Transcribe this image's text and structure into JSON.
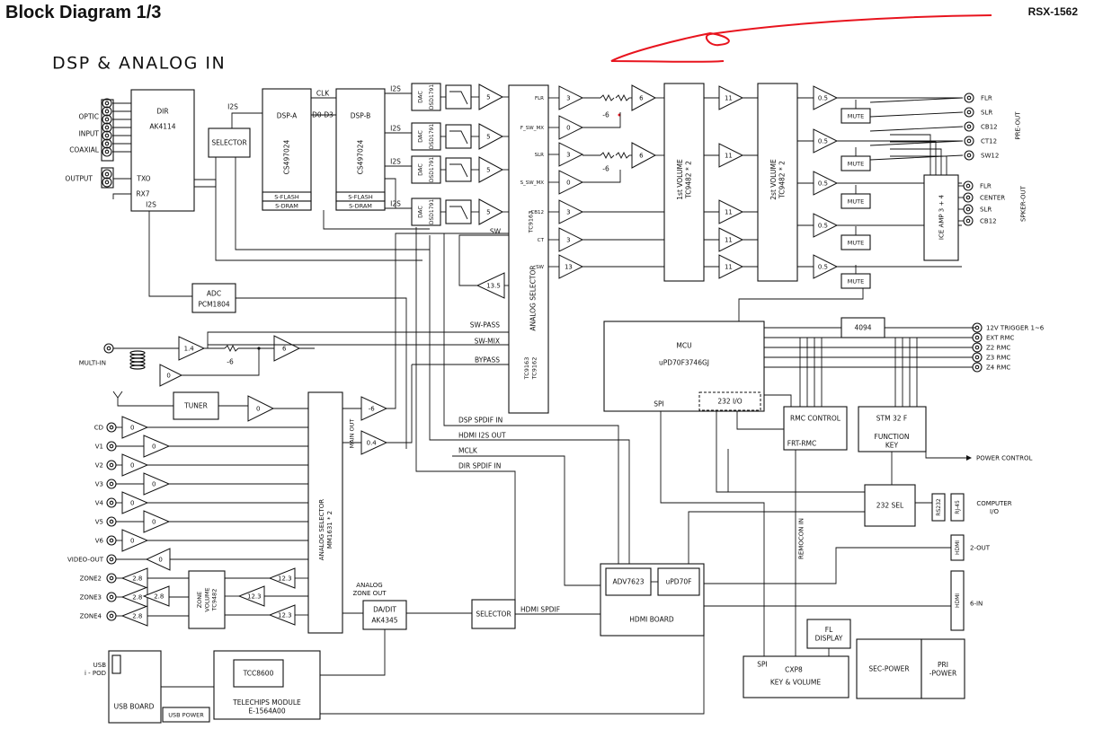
{
  "header": {
    "title": "Block Diagram 1/3",
    "model": "RSX-1562"
  },
  "section_title": "DSP & ANALOG IN",
  "annotation_color": "#e8141e",
  "line_color": "#111111",
  "left_io": {
    "optic": "OPTIC",
    "input": "INPUT",
    "coaxial": "COAXIAL",
    "output": "OUTPUT",
    "multi_in": "MULTI-IN"
  },
  "blocks": {
    "dir": {
      "title": "DIR",
      "chip": "AK4114",
      "txo": "TXO",
      "rx7": "RX7",
      "i2s": "I2S"
    },
    "selector1": "SELECTOR",
    "dsp_a": {
      "title": "DSP-A",
      "chip": "CS497024",
      "flash": "S-FLASH",
      "dram": "S-DRAM"
    },
    "dsp_b": {
      "title": "DSP-B",
      "chip": "CS497024",
      "flash": "S-FLASH",
      "dram": "S-DRAM"
    },
    "dac": {
      "label": "DAC",
      "chip": "DSD1791"
    },
    "analog_selector1": {
      "name": "ANALOG SELECTOR",
      "chips": "TC9163\nTC9162",
      "chip_top": "TC9163",
      "pins": [
        "FLR",
        "F_SW_MX",
        "SLR",
        "S_SW_MX",
        "CB12",
        "CT",
        "SW"
      ]
    },
    "vol1": "1st VOLUME\nTC9482 * 2",
    "vol2": "2st VOLUME\nTC9482 * 2",
    "ice": "ICE AMP 3 + 4",
    "mute": "MUTE",
    "adc": {
      "title": "ADC",
      "chip": "PCM1804"
    },
    "tuner": "TUNER",
    "analog_selector2": "ANALOG SELECTOR\nMM1631 * 2",
    "main_out": "MAIN OUT",
    "zone_volume": "ZONE\nVOLUME\nTC9482",
    "dadit": {
      "title": "DA/DIT",
      "chip": "AK4345"
    },
    "analog_zone_out": "ANALOG\nZONE OUT",
    "selector2": "SELECTOR",
    "hdmi_board": {
      "adv": "ADV7623",
      "upd": "uPD70F",
      "title": "HDMI BOARD"
    },
    "mcu": {
      "title": "MCU",
      "chip": "uPD70F3746GJ",
      "spi": "SPI",
      "io232": "232 I/O"
    },
    "ic4094": "4094",
    "rmc_control": "RMC CONTROL",
    "frt_rmc": "FRT-RMC",
    "stm": {
      "title": "STM 32 F",
      "sub": "FUNCTION\nKEY"
    },
    "sel232": "232 SEL",
    "rs232": "RS232",
    "rj45": "RJ-45",
    "hdmi_conn": "HDMI",
    "fl_display": "FL\nDISPLAY",
    "cxp8": {
      "spi": "SPI",
      "title": "CXP8",
      "sub": "KEY & VOLUME"
    },
    "sec_power": "SEC-POWER",
    "pri_power": "PRI\n-POWER",
    "tcc": "TCC8600",
    "telechips": "TELECHIPS MODULE\nE-1564A00",
    "usb_board": "USB BOARD",
    "usb_power": "USB POWER",
    "usb_ipod": "USB\ni - POD"
  },
  "gains": {
    "out": "5",
    "mix1": "3",
    "mix0": "0",
    "mix13": "13",
    "neg6": "-6",
    "six": "6",
    "eleven": "11",
    "half": "0.5",
    "g1_4": "1.4",
    "g0_4": "0.4",
    "g13_5": "13.5",
    "g2_8": "2.8",
    "g12_3": "12.3",
    "zero": "0"
  },
  "signals": {
    "clk": "CLK",
    "d0d3": "D0-D3",
    "i2s": "I2S",
    "sw": "SW",
    "sw_pass": "SW-PASS",
    "sw_mix": "SW-MIX",
    "bypass": "BYPASS",
    "dsp_spdif_in": "DSP SPDIF IN",
    "hdmi_i2s_out": "HDMI I2S OUT",
    "mclk": "MCLK",
    "dir_spdif_in": "DIR SPDIF IN",
    "hdmi_spdif": "HDMI SPDIF",
    "spi": "SPI",
    "remocon_in": "REMOCON IN"
  },
  "analog_inputs": [
    "CD",
    "V1",
    "V2",
    "V3",
    "V4",
    "V5",
    "V6",
    "VIDEO-OUT"
  ],
  "zones": [
    "ZONE2",
    "ZONE3",
    "ZONE4"
  ],
  "pre_out": {
    "label": "PRE-OUT",
    "ports": [
      "FLR",
      "SLR",
      "CB12",
      "CT12",
      "SW12"
    ]
  },
  "spker_out": {
    "label": "SPKER-OUT",
    "ports": [
      "FLR",
      "CENTER",
      "SLR",
      "CB12"
    ]
  },
  "right_io": {
    "trigger": "12V TRIGGER 1~6",
    "ext_rmc": "EXT RMC",
    "z2": "Z2 RMC",
    "z3": "Z3 RMC",
    "z4": "Z4 RMC",
    "power_control": "POWER CONTROL",
    "computer_io": "COMPUTER\nI/O",
    "hdmi2_out": "2-OUT",
    "hdmi6_in": "6-IN"
  }
}
